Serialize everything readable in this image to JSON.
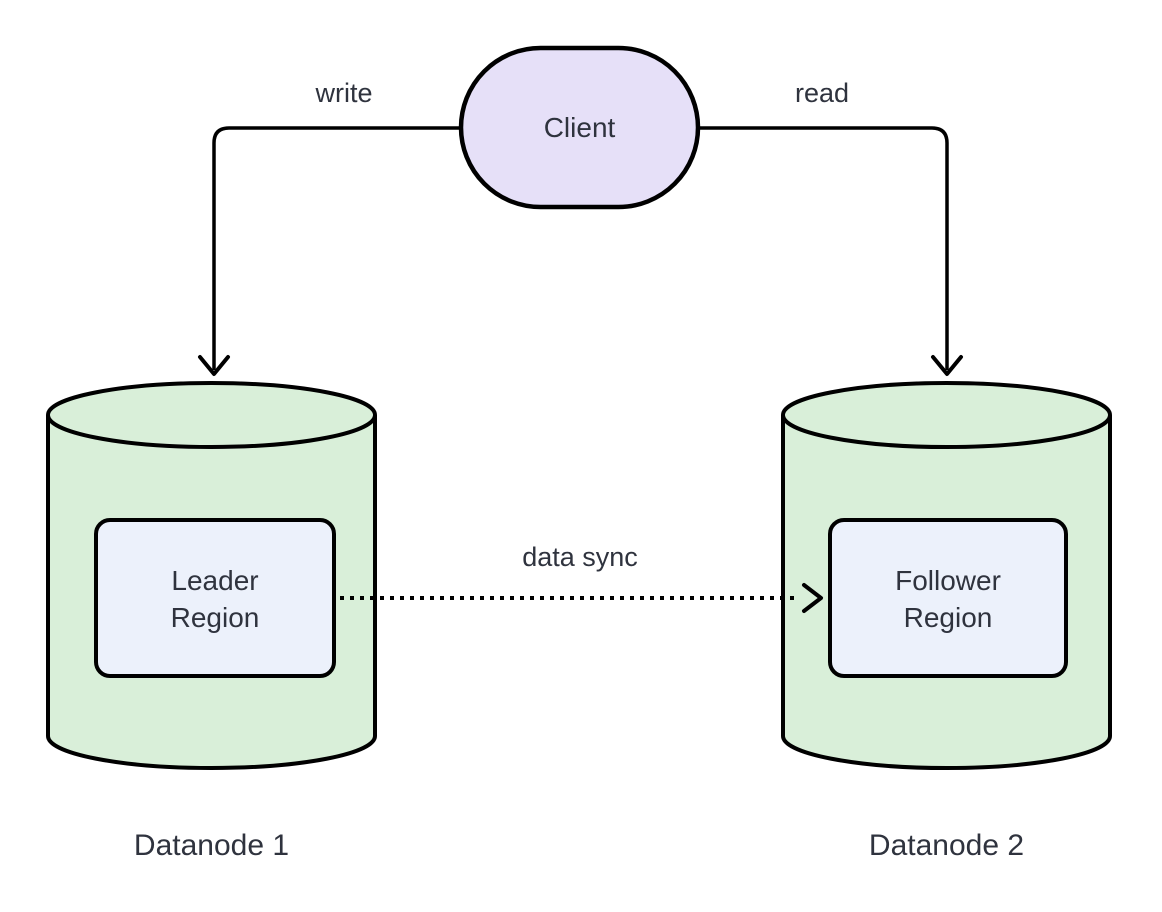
{
  "diagram": {
    "type": "flowchart",
    "nodes": {
      "client": {
        "label": "Client",
        "shape": "stadium"
      },
      "datanode1": {
        "label": "Datanode 1",
        "shape": "cylinder"
      },
      "datanode2": {
        "label": "Datanode 2",
        "shape": "cylinder"
      },
      "leader_region": {
        "label": "Leader Region",
        "lines": [
          "Leader",
          "Region"
        ],
        "parent": "datanode1"
      },
      "follower_region": {
        "label": "Follower Region",
        "lines": [
          "Follower",
          "Region"
        ],
        "parent": "datanode2"
      }
    },
    "edges": {
      "write": {
        "label": "write",
        "from": "client",
        "to": "datanode1",
        "style": "solid-arrow"
      },
      "read": {
        "label": "read",
        "from": "client",
        "to": "datanode2",
        "style": "solid-arrow"
      },
      "data_sync": {
        "label": "data sync",
        "from": "leader_region",
        "to": "follower_region",
        "style": "dotted-arrow"
      }
    },
    "colors": {
      "client_fill": "#E6E0F8",
      "datanode_fill": "#D9EFD9",
      "region_fill": "#ECF1FB",
      "stroke": "#000000",
      "text": "#2F333E",
      "background": "#FFFFFF"
    }
  }
}
